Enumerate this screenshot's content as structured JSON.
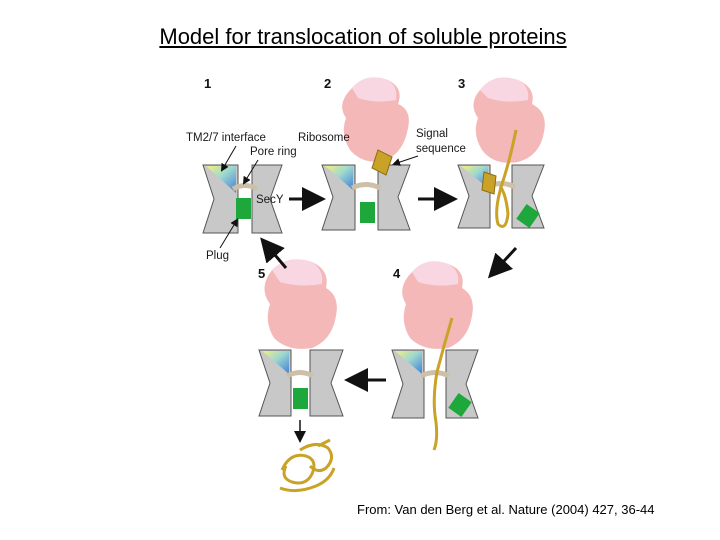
{
  "title": "Model for translocation of soluble proteins",
  "citation": "From: Van den Berg et al. Nature (2004) 427, 36-44",
  "step_numbers": [
    "1",
    "2",
    "3",
    "4",
    "5"
  ],
  "labels": {
    "tm_interface": "TM2/7 interface",
    "pore_ring": "Pore ring",
    "ribosome": "Ribosome",
    "signal_line1": "Signal",
    "signal_line2": "sequence",
    "secy": "SecY",
    "plug": "Plug"
  },
  "colors": {
    "membrane_channel": "#c8c8c8",
    "ribosome": "#f4b8b8",
    "ribosome_light": "#f8d6e2",
    "plug": "#1ea83c",
    "peptide": "#c9a227",
    "pore_ring": "#d8c8b0"
  }
}
